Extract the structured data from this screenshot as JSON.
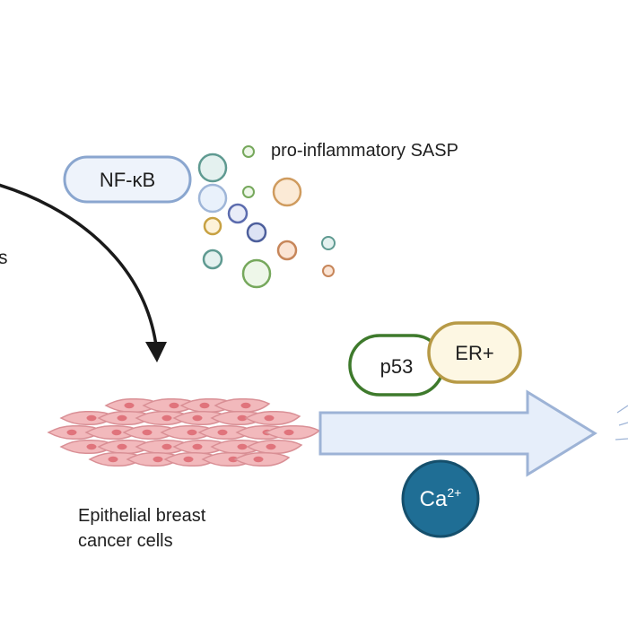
{
  "labels": {
    "left_cut": "s",
    "nfkb": "NF-κB",
    "sasp": "pro-inflammatory SASP",
    "p53": "p53",
    "er": "ER+",
    "ca_base": "Ca",
    "ca_sup": "2+",
    "cells_line1": "Epithelial breast",
    "cells_line2": "cancer cells"
  },
  "colors": {
    "nfkb_fill": "#eef3fb",
    "nfkb_stroke": "#8aa6cf",
    "p53_stroke": "#3e7a2c",
    "er_fill": "#fdf7e3",
    "er_stroke": "#b79a46",
    "ca_fill": "#1f6e95",
    "ca_stroke": "#154f6c",
    "big_arrow_fill": "#e6eefa",
    "big_arrow_stroke": "#9db3d6",
    "cell_fill": "#f2b9bc",
    "cell_stroke": "#d98f95",
    "nucleus": "#e0747c",
    "curved_arrow": "#1a1a1a"
  }
}
